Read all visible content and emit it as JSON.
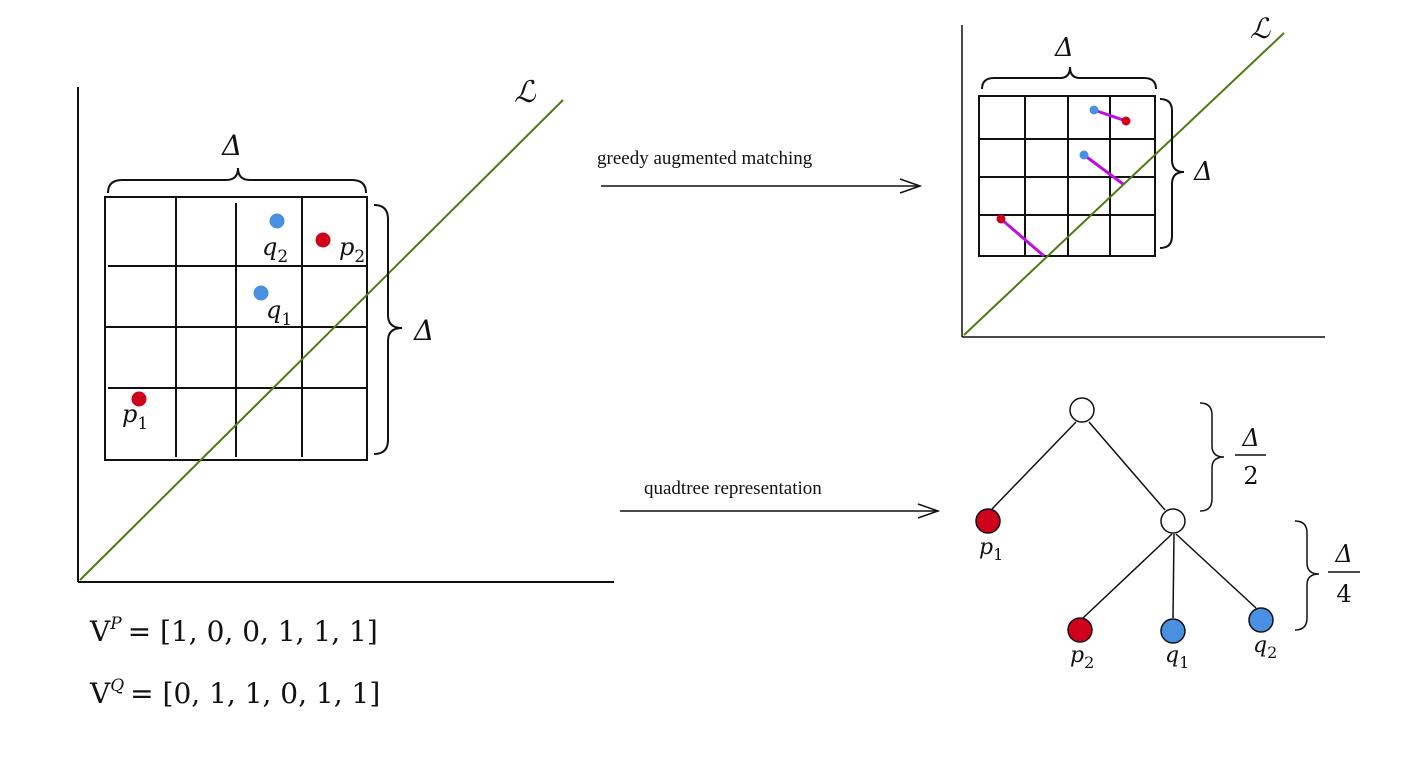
{
  "symbols": {
    "delta": "Δ",
    "line": "ℒ",
    "half_num": "Δ",
    "half_den": "2",
    "quarter_num": "Δ",
    "quarter_den": "4"
  },
  "points": {
    "p1": {
      "base": "p",
      "sub": "1"
    },
    "p2": {
      "base": "p",
      "sub": "2"
    },
    "q1": {
      "base": "q",
      "sub": "1"
    },
    "q2": {
      "base": "q",
      "sub": "2"
    }
  },
  "arrows": {
    "matching": "greedy augmented matching",
    "quadtree": "quadtree representation"
  },
  "vectors": {
    "vp_base": "V",
    "vp_sup": "P",
    "vp_value": "=  [1, 0, 0, 1, 1, 1]",
    "vq_base": "V",
    "vq_sup": "Q",
    "vq_value": "=  [0, 1, 1, 0, 1, 1]"
  },
  "colors": {
    "p_point": "#d0021b",
    "q_point": "#4a90e2",
    "diagonal": "#4e7a12",
    "match_edge": "#bd10e0",
    "ink": "#111111"
  }
}
